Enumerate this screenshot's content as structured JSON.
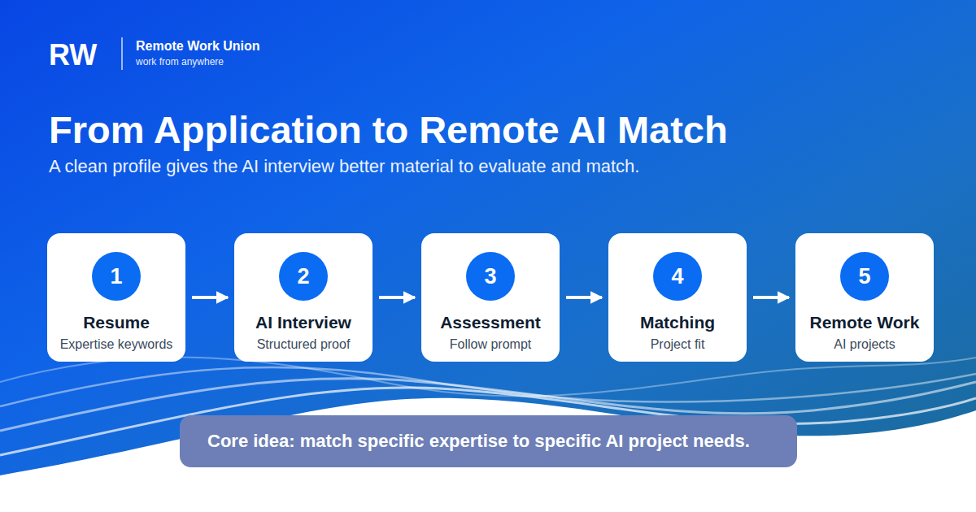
{
  "diagram": {
    "title": "From Application to Remote AI Match",
    "nodes": [
      {
        "text": [
          "Resume",
          "Expertise keywords"
        ]
      },
      {
        "text": [
          "1"
        ],
        "in": 0
      },
      {
        "text": [
          "AI Interview",
          "Structured proof"
        ]
      },
      {
        "text": [
          "2"
        ],
        "in": 2
      },
      {
        "text": [
          "Assessment",
          "Follow prompt"
        ]
      },
      {
        "text": [
          "3"
        ],
        "in": 4
      },
      {
        "text": [
          "Matching",
          "Project fit"
        ]
      },
      {
        "text": [
          "4"
        ],
        "in": 6
      },
      {
        "text": [
          "Remote Work",
          "AI projects"
        ]
      },
      {
        "text": [
          "5"
        ],
        "in": 8
      },
      {
        "text": [
          "Core idea: match specific expertise to specific AI project needs."
        ]
      }
    ],
    "edges": [
      {
        "from": 0,
        "to": 2,
        "arrow": "to"
      },
      {
        "from": 2,
        "to": 4,
        "arrow": "to"
      },
      {
        "from": 4,
        "to": 6,
        "arrow": "to"
      },
      {
        "from": 6,
        "to": 8,
        "arrow": "to"
      }
    ],
    "labels": [
      "RW",
      "Remote Work Union",
      "work from anywhere",
      "A clean profile gives the AI interview better material to evaluate and match."
    ]
  }
}
